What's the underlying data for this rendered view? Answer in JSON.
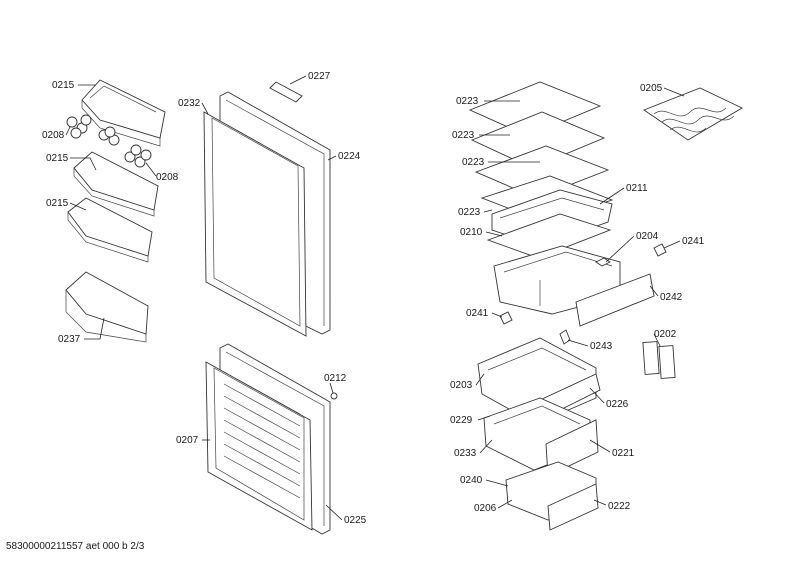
{
  "footer_text": "58300000211557 aet 000 b 2/3",
  "callouts": [
    {
      "id": "c0215a",
      "text": "0215"
    },
    {
      "id": "c0208a",
      "text": "0208"
    },
    {
      "id": "c0215b",
      "text": "0215"
    },
    {
      "id": "c0208b",
      "text": "0208"
    },
    {
      "id": "c0215c",
      "text": "0215"
    },
    {
      "id": "c0237",
      "text": "0237"
    },
    {
      "id": "c0232",
      "text": "0232"
    },
    {
      "id": "c0227",
      "text": "0227"
    },
    {
      "id": "c0224",
      "text": "0224"
    },
    {
      "id": "c0212",
      "text": "0212"
    },
    {
      "id": "c0207",
      "text": "0207"
    },
    {
      "id": "c0225",
      "text": "0225"
    },
    {
      "id": "c0223a",
      "text": "0223"
    },
    {
      "id": "c0223b",
      "text": "0223"
    },
    {
      "id": "c0223c",
      "text": "0223"
    },
    {
      "id": "c0223d",
      "text": "0223"
    },
    {
      "id": "c0211",
      "text": "0211"
    },
    {
      "id": "c0210",
      "text": "0210"
    },
    {
      "id": "c0204",
      "text": "0204"
    },
    {
      "id": "c0241a",
      "text": "0241"
    },
    {
      "id": "c0242",
      "text": "0242"
    },
    {
      "id": "c0241b",
      "text": "0241"
    },
    {
      "id": "c0243",
      "text": "0243"
    },
    {
      "id": "c0202",
      "text": "0202"
    },
    {
      "id": "c0205",
      "text": "0205"
    },
    {
      "id": "c0203",
      "text": "0203"
    },
    {
      "id": "c0226",
      "text": "0226"
    },
    {
      "id": "c0229",
      "text": "0229"
    },
    {
      "id": "c0233",
      "text": "0233"
    },
    {
      "id": "c0221",
      "text": "0221"
    },
    {
      "id": "c0240",
      "text": "0240"
    },
    {
      "id": "c0206",
      "text": "0206"
    },
    {
      "id": "c0222",
      "text": "0222"
    }
  ]
}
